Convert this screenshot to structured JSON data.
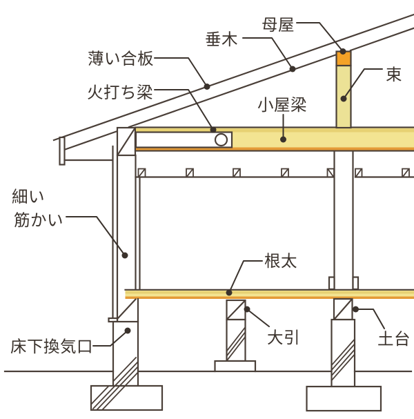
{
  "diagram": {
    "type": "wooden-house-structural-section",
    "labels": {
      "moya": "母屋",
      "taruki": "垂木",
      "usui_gohan": "薄い合板",
      "hiuchibari": "火打ち梁",
      "koyabari": "小屋梁",
      "tsuka": "束",
      "hosoi_sujikai_line1": "細い",
      "hosoi_sujikai_line2": "筋かい",
      "neda": "根太",
      "obiki": "大引",
      "yukashita_kankikou": "床下換気口",
      "dodai": "土台"
    },
    "colors": {
      "line": "#4a3f38",
      "text": "#3a322c",
      "wood_light": "#f3e492",
      "wood_strip_dark": "#e7d173",
      "wood_edge_orange": "#e49b37",
      "purlin_orange": "#f4a227",
      "strut_fill": "#ece296",
      "background": "#ffffff"
    }
  }
}
